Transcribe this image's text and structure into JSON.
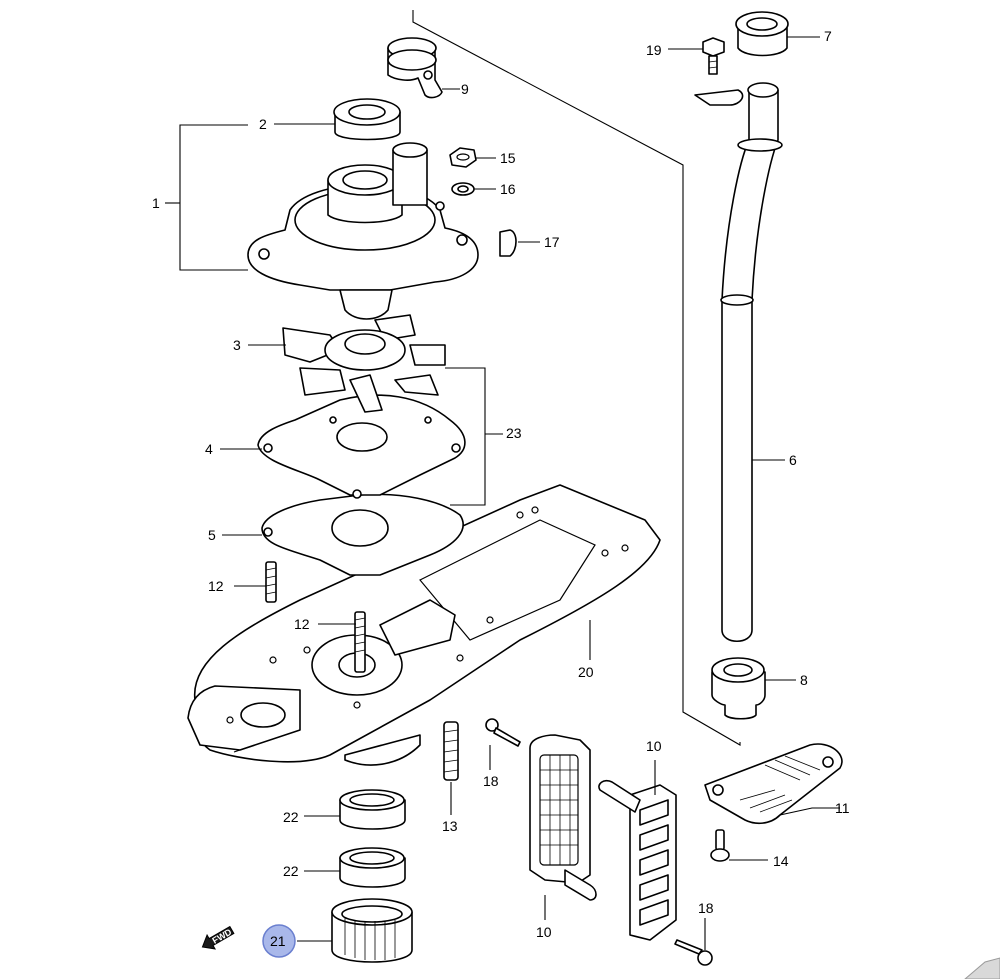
{
  "diagram": {
    "callouts": {
      "c1": "1",
      "c2": "2",
      "c3": "3",
      "c4": "4",
      "c5": "5",
      "c6": "6",
      "c7": "7",
      "c8": "8",
      "c9": "9",
      "c10a": "10",
      "c10b": "10",
      "c11": "11",
      "c12a": "12",
      "c12b": "12",
      "c13": "13",
      "c14": "14",
      "c15": "15",
      "c16": "16",
      "c17": "17",
      "c18a": "18",
      "c18b": "18",
      "c19": "19",
      "c20": "20",
      "c21": "21",
      "c22a": "22",
      "c22b": "22",
      "c23": "23"
    },
    "fwd_label": "FWD",
    "highlight_color": "#a9b8ea"
  }
}
